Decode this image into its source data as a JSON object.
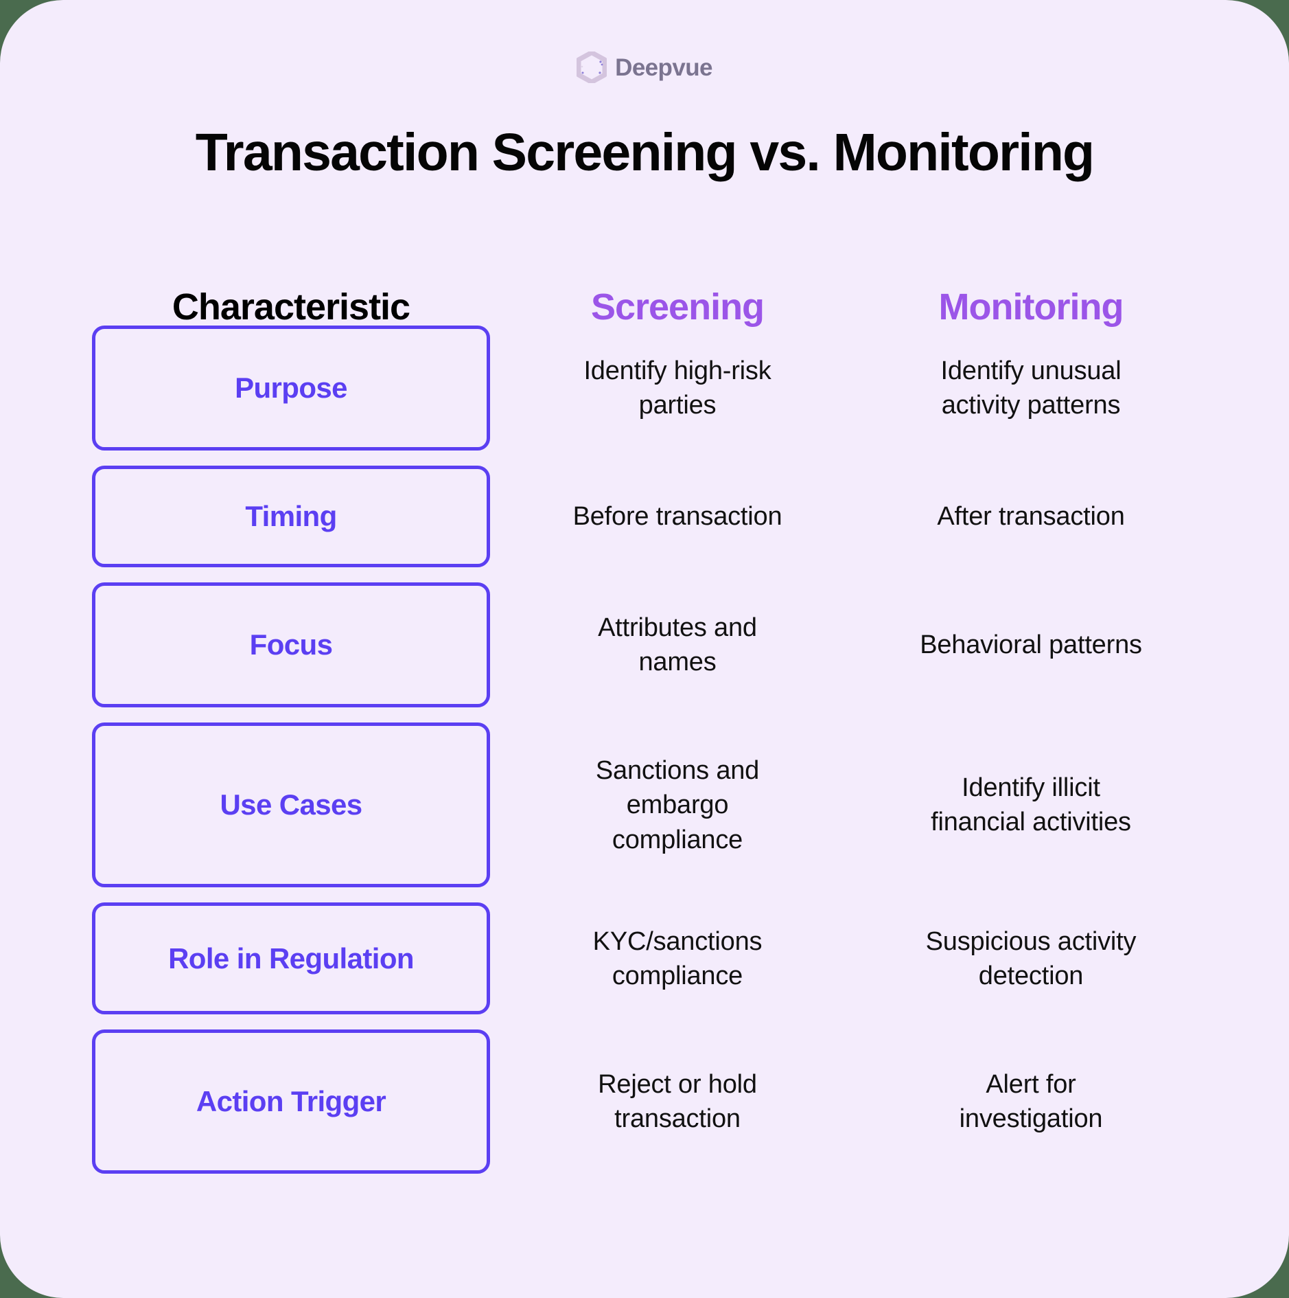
{
  "brand": {
    "name": "Deepvue",
    "logo_icon": "deepvue-hexagon-logo",
    "logo_color": "#d4c4de",
    "name_color": "#7b7490"
  },
  "title": "Transaction Screening vs. Monitoring",
  "colors": {
    "page_background": "#4a6b4e",
    "card_background": "#f4ecfc",
    "accent_purple": "#9b55e8",
    "accent_indigo": "#5b3ff2",
    "text_black": "#111111"
  },
  "table": {
    "headers": {
      "characteristic": "Characteristic",
      "screening": "Screening",
      "monitoring": "Monitoring"
    },
    "rows": [
      {
        "characteristic": "Purpose",
        "screening": "Identify high-risk\nparties",
        "monitoring": "Identify unusual\nactivity patterns"
      },
      {
        "characteristic": "Timing",
        "screening": "Before transaction",
        "monitoring": "After transaction"
      },
      {
        "characteristic": "Focus",
        "screening": "Attributes and\nnames",
        "monitoring": "Behavioral patterns"
      },
      {
        "characteristic": "Use Cases",
        "screening": "Sanctions and\nembargo\ncompliance",
        "monitoring": "Identify illicit\nfinancial activities"
      },
      {
        "characteristic": "Role in Regulation",
        "screening": "KYC/sanctions\ncompliance",
        "monitoring": "Suspicious activity\ndetection"
      },
      {
        "characteristic": "Action Trigger",
        "screening": "Reject or hold\ntransaction",
        "monitoring": "Alert for\ninvestigation"
      }
    ]
  }
}
